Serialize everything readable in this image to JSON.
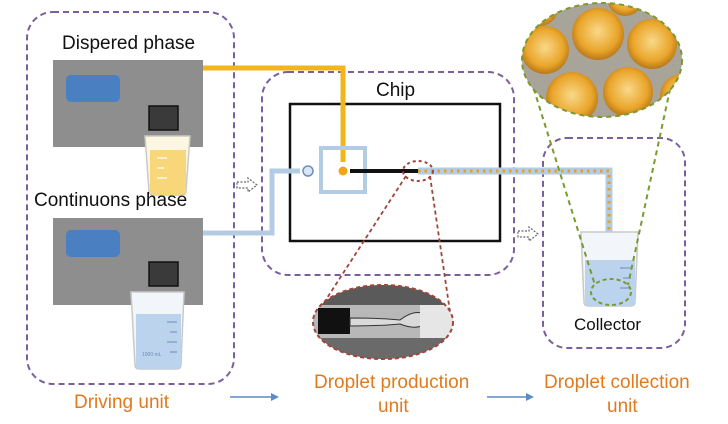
{
  "labels": {
    "dispersed_phase": "Dispered phase",
    "continuous_phase": "Continuons phase",
    "chip": "Chip",
    "collector": "Collector",
    "beaker_mark": "1000 mL"
  },
  "units": {
    "driving": "Driving unit",
    "production_line1": "Droplet production",
    "production_line2": "unit",
    "collection_line1": "Droplet collection",
    "collection_line2": "unit"
  },
  "colors": {
    "dashed_border": "#7a5fa0",
    "orange_tube": "#f2b61c",
    "blue_tube": "#b4cbe4",
    "pump_body": "#8e8e8e",
    "screen": "#4a7fc1",
    "label_orange": "#e07a1e",
    "brown_zoom": "#a0453a",
    "green_zoom": "#7a9a2e"
  },
  "icons": {
    "dispersed_pump": "syringe-pump-icon",
    "continuous_pump": "syringe-pump-icon",
    "yellow_beaker": "beaker-icon",
    "blue_beaker": "beaker-icon",
    "collector_beaker": "beaker-icon",
    "unit_arrow": "arrow-right-icon",
    "flow_arrow": "hollow-arrow-icon"
  }
}
